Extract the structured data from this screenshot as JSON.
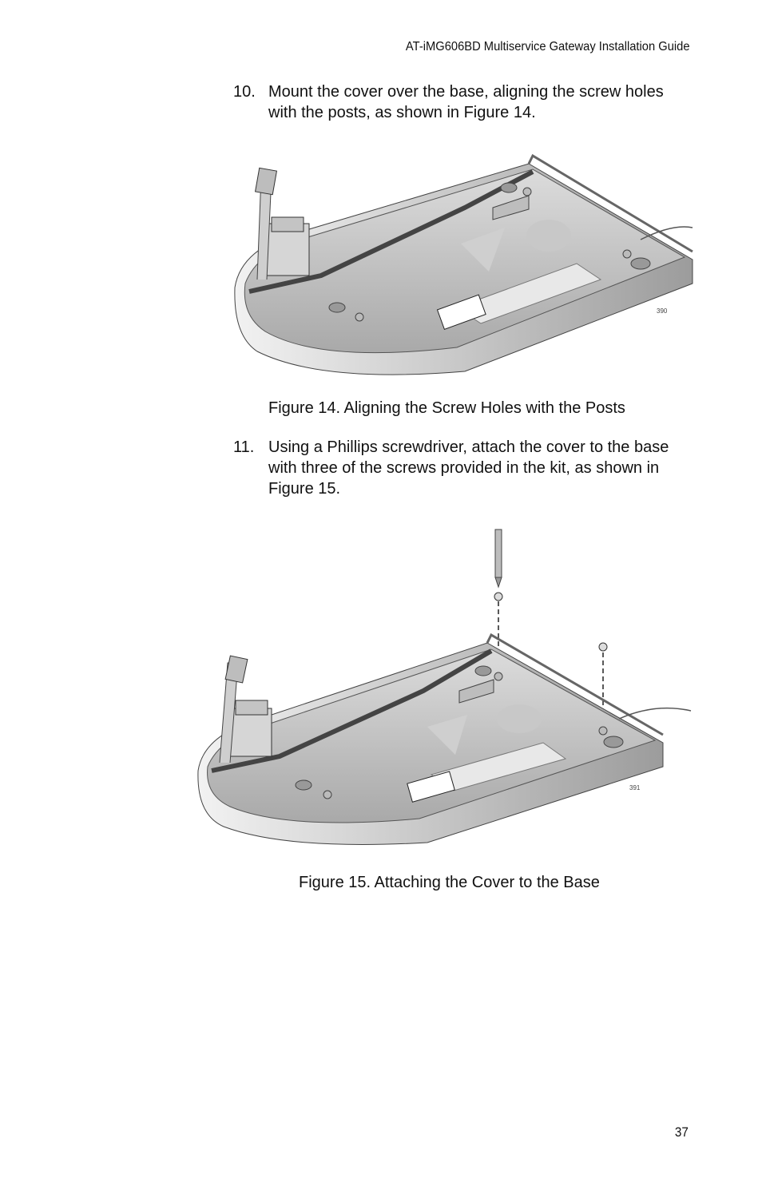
{
  "header": {
    "title": "AT-iMG606BD Multiservice Gateway Installation Guide"
  },
  "steps": [
    {
      "number": "10.",
      "text": "Mount the cover over the base, aligning the screw holes with the posts, as shown in Figure 14."
    },
    {
      "number": "11.",
      "text": "Using a Phillips screwdriver, attach the cover to the base with three of the screws provided in the kit, as shown in Figure 15."
    }
  ],
  "figures": [
    {
      "caption": "Figure 14. Aligning the Screw Holes with the Posts",
      "id_label": "390"
    },
    {
      "caption": "Figure 15. Attaching the Cover to the Base",
      "id_label": "391"
    }
  ],
  "page_number": "37"
}
